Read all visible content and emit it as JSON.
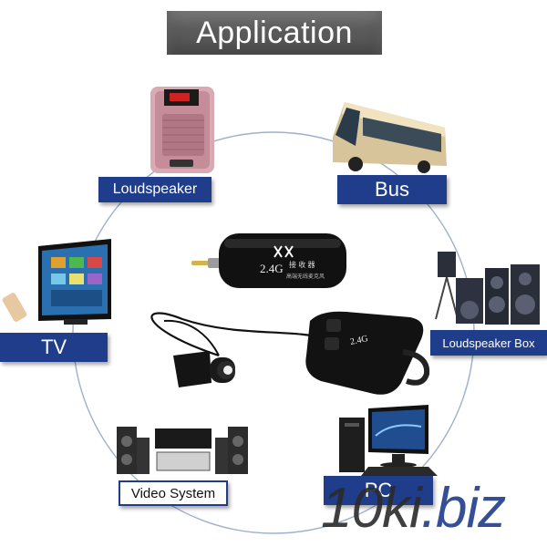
{
  "title": "Application",
  "labels": {
    "loudspeaker": "Loudspeaker",
    "bus": "Bus",
    "tv": "TV",
    "loudspeaker_box": "Loudspeaker Box",
    "video_system": "Video System",
    "pc": "PC"
  },
  "receiver": {
    "freq": "2.4G",
    "chinese_top": "接 收 器",
    "chinese_bottom": "高端无线麦克风"
  },
  "transmitter": {
    "freq": "2.4G"
  },
  "watermark": {
    "main": "10ki",
    "dot": ".",
    "tld": "biz"
  },
  "colors": {
    "label_blue": "#1f3d8a",
    "title_gray": "#5b5b5b",
    "circle": "#9db0cc"
  }
}
